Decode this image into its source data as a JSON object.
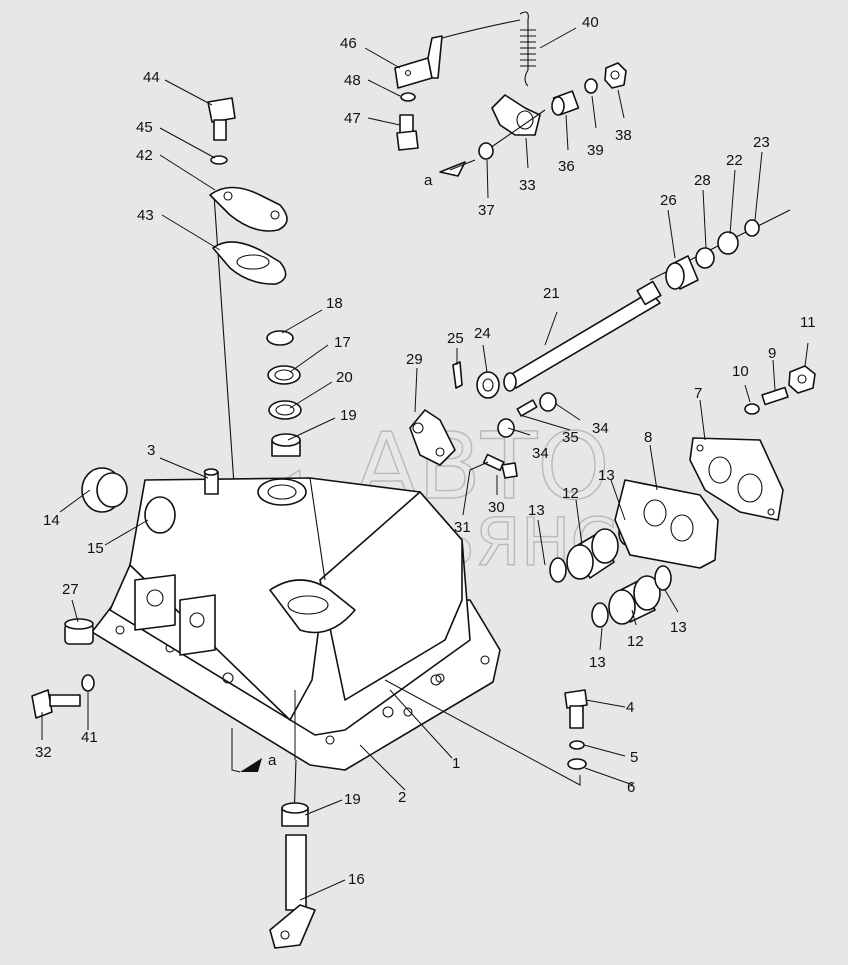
{
  "watermark": {
    "line1": "АВТО",
    "line2": "АЛЬЯНС"
  },
  "view_marker": "a",
  "callouts": [
    {
      "id": "c1",
      "text": "1"
    },
    {
      "id": "c2",
      "text": "2"
    },
    {
      "id": "c3",
      "text": "3"
    },
    {
      "id": "c4",
      "text": "4"
    },
    {
      "id": "c5",
      "text": "5"
    },
    {
      "id": "c6",
      "text": "6"
    },
    {
      "id": "c7",
      "text": "7"
    },
    {
      "id": "c8",
      "text": "8"
    },
    {
      "id": "c9",
      "text": "9"
    },
    {
      "id": "c10",
      "text": "10"
    },
    {
      "id": "c11",
      "text": "11"
    },
    {
      "id": "c12a",
      "text": "12"
    },
    {
      "id": "c12b",
      "text": "12"
    },
    {
      "id": "c13a",
      "text": "13"
    },
    {
      "id": "c13b",
      "text": "13"
    },
    {
      "id": "c13c",
      "text": "13"
    },
    {
      "id": "c13d",
      "text": "13"
    },
    {
      "id": "c14",
      "text": "14"
    },
    {
      "id": "c15",
      "text": "15"
    },
    {
      "id": "c16",
      "text": "16"
    },
    {
      "id": "c17",
      "text": "17"
    },
    {
      "id": "c18",
      "text": "18"
    },
    {
      "id": "c19a",
      "text": "19"
    },
    {
      "id": "c19b",
      "text": "19"
    },
    {
      "id": "c20",
      "text": "20"
    },
    {
      "id": "c21",
      "text": "21"
    },
    {
      "id": "c22",
      "text": "22"
    },
    {
      "id": "c23",
      "text": "23"
    },
    {
      "id": "c24",
      "text": "24"
    },
    {
      "id": "c25",
      "text": "25"
    },
    {
      "id": "c26",
      "text": "26"
    },
    {
      "id": "c27",
      "text": "27"
    },
    {
      "id": "c28",
      "text": "28"
    },
    {
      "id": "c29",
      "text": "29"
    },
    {
      "id": "c30",
      "text": "30"
    },
    {
      "id": "c31",
      "text": "31"
    },
    {
      "id": "c32",
      "text": "32"
    },
    {
      "id": "c33",
      "text": "33"
    },
    {
      "id": "c34a",
      "text": "34"
    },
    {
      "id": "c34b",
      "text": "34"
    },
    {
      "id": "c35",
      "text": "35"
    },
    {
      "id": "c36",
      "text": "36"
    },
    {
      "id": "c37",
      "text": "37"
    },
    {
      "id": "c38",
      "text": "38"
    },
    {
      "id": "c39",
      "text": "39"
    },
    {
      "id": "c40",
      "text": "40"
    },
    {
      "id": "c41",
      "text": "41"
    },
    {
      "id": "c42",
      "text": "42"
    },
    {
      "id": "c43",
      "text": "43"
    },
    {
      "id": "c44",
      "text": "44"
    },
    {
      "id": "c45",
      "text": "45"
    },
    {
      "id": "c46",
      "text": "46"
    },
    {
      "id": "c47",
      "text": "47"
    },
    {
      "id": "c48",
      "text": "48"
    }
  ]
}
